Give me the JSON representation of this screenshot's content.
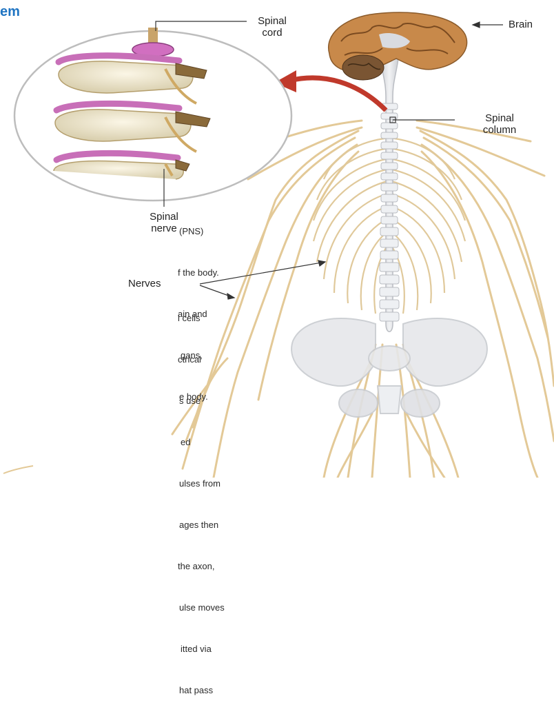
{
  "title_fragment": "em",
  "labels": {
    "spinal_cord": [
      "Spinal",
      "cord"
    ],
    "brain": "Brain",
    "spinal_column": [
      "Spinal",
      "column"
    ],
    "spinal_nerve": [
      "Spinal",
      "nerve"
    ],
    "nerves": "Nerves"
  },
  "text_block_1": [
    "(PNS)",
    "f the body.",
    "ain and",
    "gans,",
    "e body."
  ],
  "text_block_2": [
    "l cells",
    "ctrical",
    "s use",
    "ed",
    "ulses from",
    "ages then",
    "the axon,",
    "ulse moves",
    "itted via",
    "hat pass"
  ],
  "colors": {
    "nerve": "#e6cfa0",
    "bone": "#dcdcdc",
    "disc": "#c86fb8",
    "brain": "#c8894a",
    "arrow": "#c0392b",
    "title": "#1f74c2"
  }
}
